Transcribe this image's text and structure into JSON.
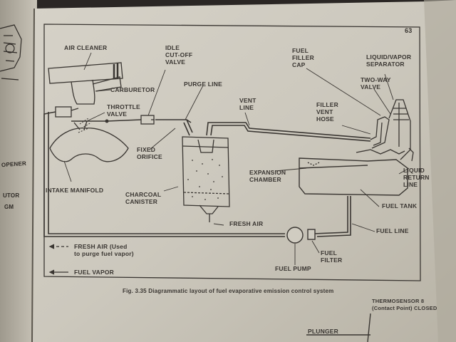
{
  "page_number": "63",
  "labels": {
    "air_cleaner": "AIR CLEANER",
    "idle_cutoff_valve": "IDLE\nCUT-OFF\nVALVE",
    "fuel_filler_cap": "FUEL\nFILLER\nCAP",
    "liquid_vapor_separator": "LIQUID/VAPOR\nSEPARATOR",
    "carburetor": "CARBURETOR",
    "purge_line": "PURGE LINE",
    "two_way_valve": "TWO-WAY\nVALVE",
    "throttle_valve": "THROTTLE\nVALVE",
    "vent_line": "VENT\nLINE",
    "filler_vent_hose": "FILLER\nVENT\nHOSE",
    "fixed_orifice": "FIXED\nORIFICE",
    "expansion_chamber": "EXPANSION\nCHAMBER",
    "liquid_return_line": "LIQUID\nRETURN\nLINE",
    "intake_manifold": "INTAKE MANIFOLD",
    "charcoal_canister": "CHARCOAL\nCANISTER",
    "fuel_tank": "FUEL TANK",
    "fresh_air": "FRESH AIR",
    "fuel_line": "FUEL LINE",
    "fuel_pump": "FUEL PUMP",
    "fuel_filter": "FUEL\nFILTER"
  },
  "legend": {
    "fresh_air": "FRESH AIR (Used\nto purge fuel vapor)",
    "fuel_vapor": "FUEL VAPOR"
  },
  "caption": "Fig. 3.35 Diagrammatic layout of fuel evaporative emission control system",
  "next_section": {
    "thermosensor": "THERMOSENSOR 8\n(Contact Point) CLOSED",
    "plunger": "PLUNGER"
  },
  "left_page_fragments": {
    "opener": "OPENER",
    "utor": "UTOR",
    "gm": "GM"
  }
}
